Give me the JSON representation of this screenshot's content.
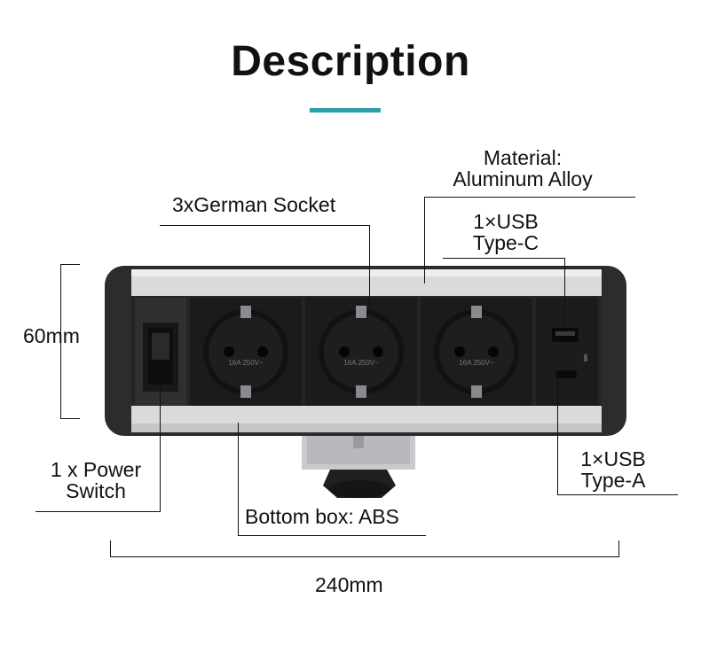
{
  "heading": {
    "title": "Description"
  },
  "colors": {
    "accent": "#2a9fa8",
    "housing": "#2b2c2e",
    "frame": "#d9d9d9",
    "socket": "#1a1a1b"
  },
  "labels": {
    "material_line1": "Material:",
    "material_line2": "Aluminum Alloy",
    "sockets": "3xGerman Socket",
    "usb_c_line1": "1×USB",
    "usb_c_line2": "Type-C",
    "height": "60mm",
    "switch_line1": "1 x Power",
    "switch_line2": "Switch",
    "usb_a_line1": "1×USB",
    "usb_a_line2": "Type-A",
    "bottom_box": "Bottom box: ABS",
    "width": "240mm"
  },
  "socket_rating": "16A 250V~",
  "icons": [
    "power-switch-icon",
    "german-socket-icon",
    "usb-a-port-icon",
    "usb-c-port-icon",
    "clamp-knob-icon"
  ]
}
